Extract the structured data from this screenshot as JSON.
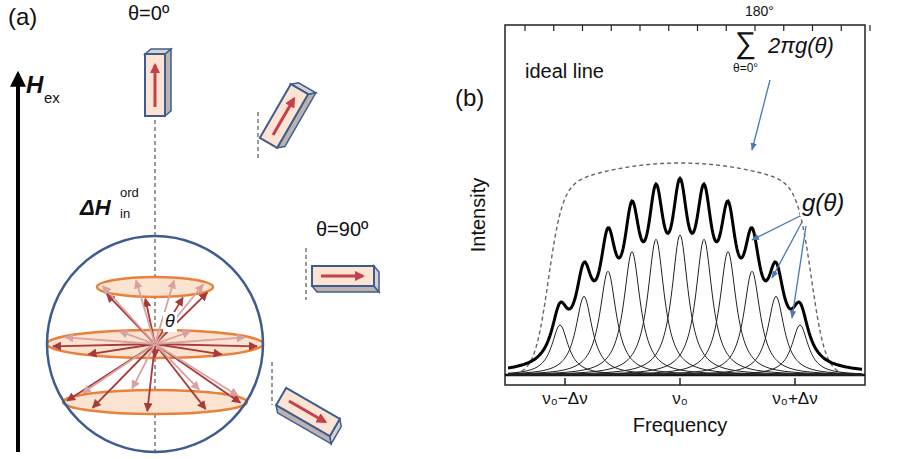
{
  "diagram": {
    "labels": [
      "(a)",
      "θ=0º",
      "H",
      "ex",
      "ΔH",
      "ord",
      "in",
      "θ",
      "θ=90º",
      "(b)",
      "180°",
      "ideal line",
      "∑",
      "2πg(θ)",
      "θ=0°",
      "g(θ)",
      "Intensity",
      "ν₀−Δν",
      "ν₀",
      "ν₀+Δν",
      "Frequency"
    ]
  }
}
